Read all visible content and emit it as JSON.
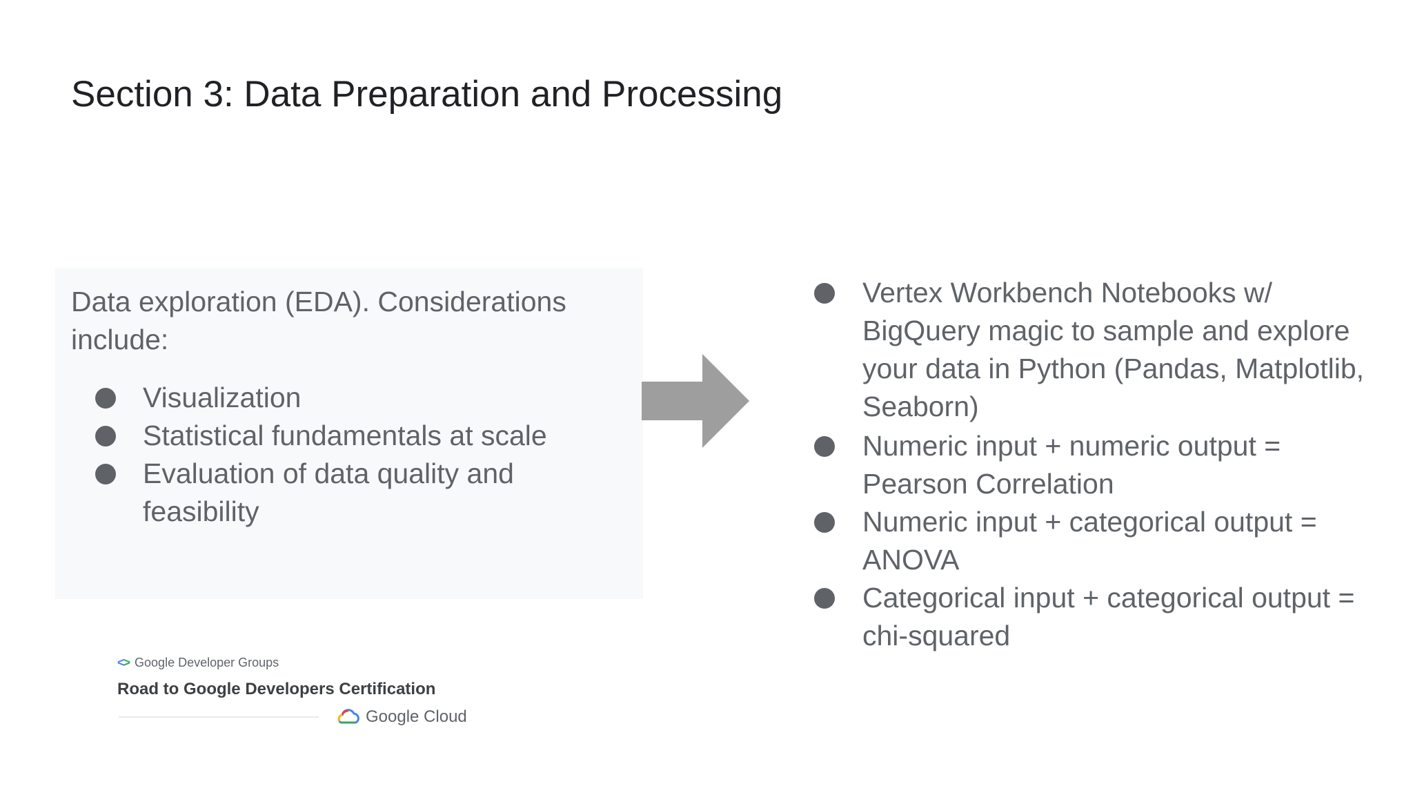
{
  "slide": {
    "title": "Section 3: Data Preparation and Processing"
  },
  "left_panel": {
    "intro_line1": "Data exploration (EDA). Considerations",
    "intro_line2": "include:",
    "bullets": [
      {
        "lines": [
          "Visualization"
        ]
      },
      {
        "lines": [
          "Statistical fundamentals at scale"
        ]
      },
      {
        "lines": [
          "Evaluation of data quality and",
          "feasibility"
        ]
      }
    ]
  },
  "right_panel": {
    "bullets": [
      {
        "lines": [
          "Vertex Workbench Notebooks w/",
          "BigQuery magic to sample and explore",
          "your data in Python (Pandas, Matplotlib,",
          "Seaborn)"
        ]
      },
      {
        "lines": [
          "Numeric input + numeric output =",
          "Pearson Correlation"
        ]
      },
      {
        "lines": [
          "Numeric input + categorical output =",
          "ANOVA"
        ]
      },
      {
        "lines": [
          "Categorical input + categorical output =",
          "chi-squared"
        ]
      }
    ]
  },
  "branding": {
    "group": "Google Developer Groups",
    "program": "Road to Google Developers Certification",
    "cloud": "Google Cloud"
  },
  "colors": {
    "text": "#5f6368",
    "title": "#202124",
    "panel_bg": "#f8f9fa",
    "arrow": "#9e9e9e"
  }
}
